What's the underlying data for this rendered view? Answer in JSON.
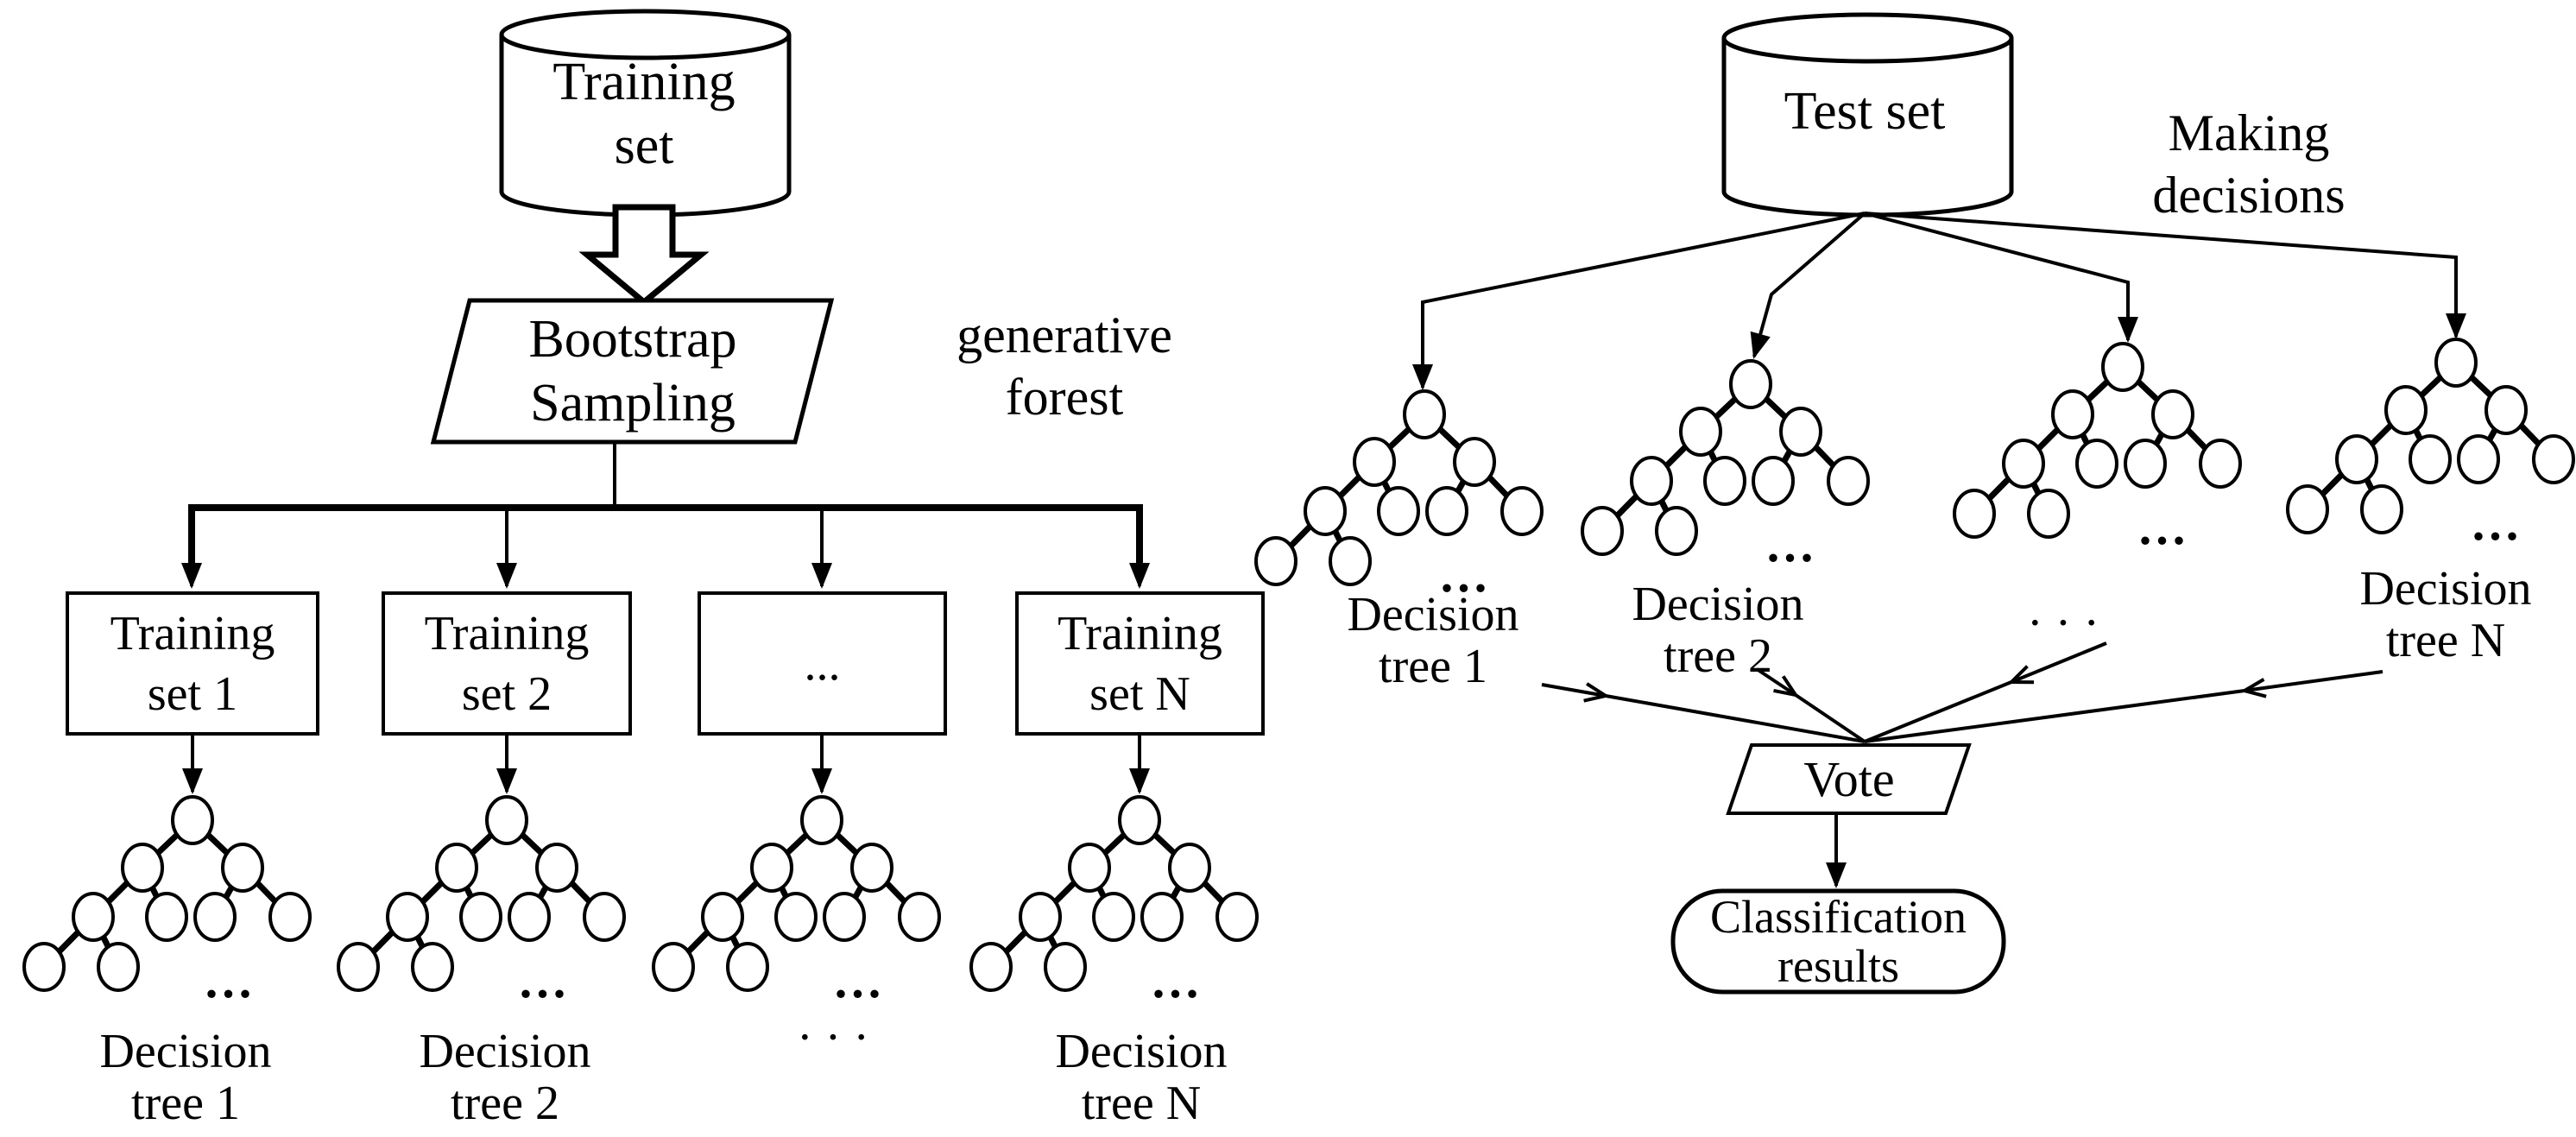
{
  "left": {
    "source": {
      "l1": "Training",
      "l2": "set"
    },
    "process": {
      "l1": "Bootstrap",
      "l2": "Sampling"
    },
    "note": {
      "l1": "generative",
      "l2": "forest"
    },
    "subsets": [
      {
        "l1": "Training",
        "l2": "set 1"
      },
      {
        "l1": "Training",
        "l2": "set 2"
      },
      {
        "l1": "..."
      },
      {
        "l1": "Training",
        "l2": "set N"
      }
    ],
    "tree_labels": [
      {
        "l1": "Decision",
        "l2": "tree 1"
      },
      {
        "l1": "Decision",
        "l2": "tree 2"
      },
      {
        "l1": "· · ·"
      },
      {
        "l1": "Decision",
        "l2": "tree N"
      }
    ]
  },
  "right": {
    "source": "Test set",
    "note": {
      "l1": "Making",
      "l2": "decisions"
    },
    "tree_labels": [
      {
        "l1": "Decision",
        "l2": "tree 1"
      },
      {
        "l1": "Decision",
        "l2": "tree 2"
      },
      {
        "l1": "· · ·"
      },
      {
        "l1": "Decision",
        "l2": "tree N"
      }
    ],
    "vote": "Vote",
    "result": {
      "l1": "Classification",
      "l2": "results"
    }
  },
  "ellipsis": "...",
  "colors": {
    "ink": "#000000",
    "paper": "#ffffff"
  }
}
